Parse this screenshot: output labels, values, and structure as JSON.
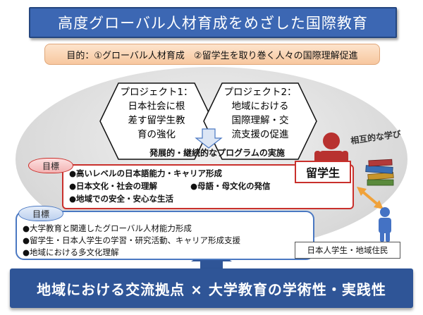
{
  "title": "高度グローバル人材育成をめざした国際教育",
  "purpose": "目的：①グローバル人材育成　②留学生を取り巻く人々の国際理解促進",
  "project1": {
    "lines": [
      "プロジェクト1：",
      "日本社会に根",
      "差す留学生教",
      "育の強化"
    ]
  },
  "project2": {
    "lines": [
      "プロジェクト2：",
      "地域における",
      "国際理解・交",
      "流支援の促進"
    ]
  },
  "program_label": "発展的・継続的なプログラムの実施",
  "mutual_learning": "相互的な学び",
  "goal1": {
    "tag": "目標",
    "items": [
      "●高いレベルの日本語能力・キャリア形成",
      "●日本文化・社会の理解",
      "●母語・母文化の発信",
      "●地域での安全・安心な生活"
    ]
  },
  "goal2": {
    "tag": "目標",
    "items": [
      "●大学教育と関連したグローバル人材能力形成",
      "●留学生・日本人学生の学習・研究活動、キャリア形成支援",
      "●地域における多文化理解"
    ]
  },
  "student_label": "留学生",
  "local_label": "日本人学生・地域住民",
  "bottom_banner": "地域における交流拠点 × 大学教育の学術性・実践性",
  "colors": {
    "title_blue": "#3c67b3",
    "bottom_blue": "#2f5597",
    "student_red": "#b8312f",
    "local_blue": "#4472c4",
    "goal_red": "#c9302c"
  }
}
